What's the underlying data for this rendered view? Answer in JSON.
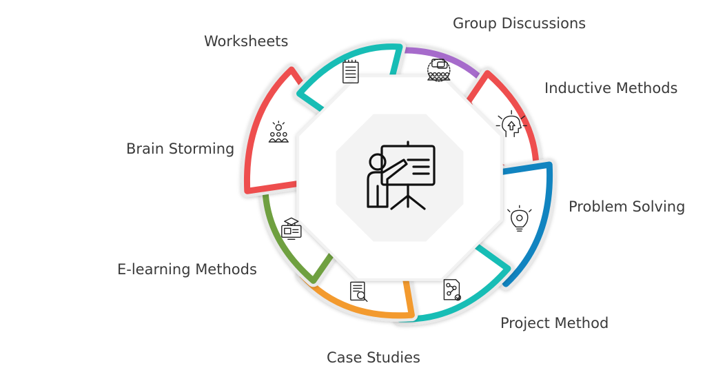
{
  "center": {
    "icon": "teacher-presentation-icon"
  },
  "methods": [
    {
      "key": "group-discussions",
      "label": "Group Discussions",
      "color": "#A66BCB",
      "icon": "group-chat-icon"
    },
    {
      "key": "inductive-methods",
      "label": "Inductive Methods",
      "color": "#EE4E4E",
      "icon": "head-idea-icon"
    },
    {
      "key": "problem-solving",
      "label": "Problem Solving",
      "color": "#1184C0",
      "icon": "lightbulb-gear-icon"
    },
    {
      "key": "project-method",
      "label": "Project Method",
      "color": "#17BDB5",
      "icon": "project-plan-icon"
    },
    {
      "key": "case-studies",
      "label": "Case Studies",
      "color": "#F39A2E",
      "icon": "document-magnifier-icon"
    },
    {
      "key": "e-learning-methods",
      "label": "E-learning Methods",
      "color": "#6FA040",
      "icon": "computer-graduation-icon"
    },
    {
      "key": "brain-storming",
      "label": "Brain Storming",
      "color": "#EE4E4E",
      "icon": "team-idea-icon"
    },
    {
      "key": "worksheets",
      "label": "Worksheets",
      "color": "#17BDB5",
      "icon": "worksheet-icon"
    }
  ]
}
